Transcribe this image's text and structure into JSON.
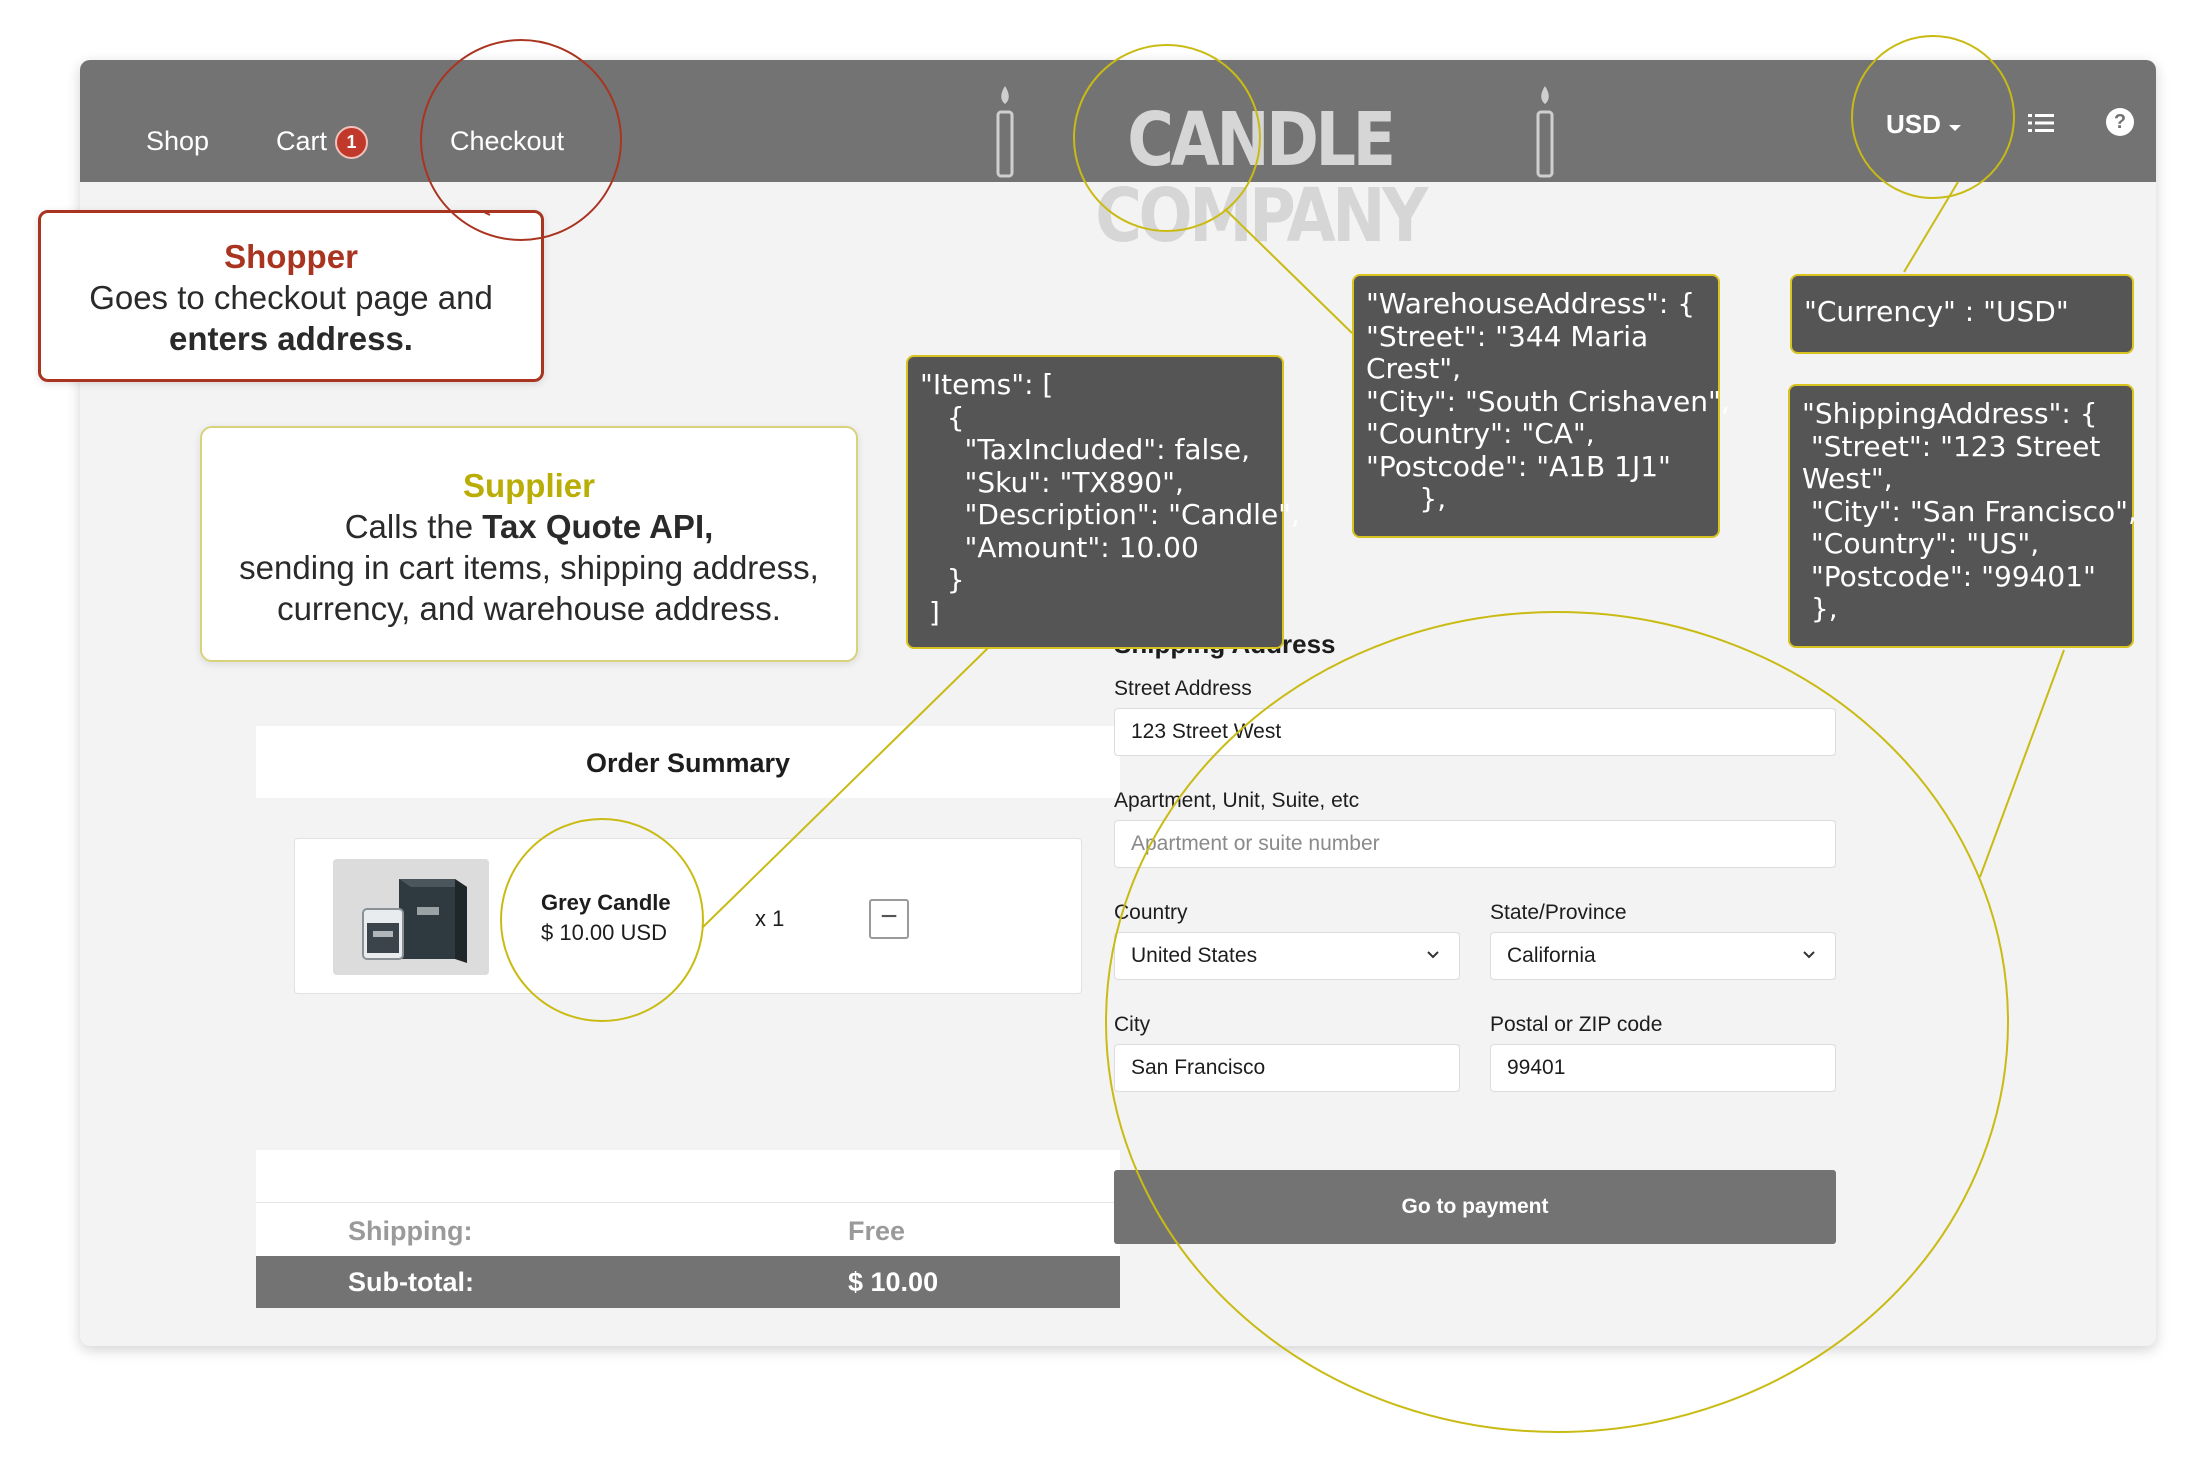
{
  "nav": {
    "shop": "Shop",
    "cart": "Cart",
    "cart_count": "1",
    "checkout": "Checkout"
  },
  "brand": {
    "name": "CANDLE COMPANY"
  },
  "header": {
    "currency": "USD",
    "menu_icon": "list-icon",
    "help_icon": "help-icon"
  },
  "callouts": {
    "shopper": {
      "title": "Shopper",
      "line1": "Goes to checkout page and",
      "line2": "enters address."
    },
    "supplier": {
      "title": "Supplier",
      "line1_prefix": "Calls the ",
      "line1_bold": "Tax Quote API,",
      "line2": "sending in cart items, shipping address,",
      "line3": "currency, and warehouse address."
    }
  },
  "json_boxes": {
    "items": [
      "\"Items\": [",
      "   {",
      "     \"TaxIncluded\": false,",
      "     \"Sku\": \"TX890\",",
      "     \"Description\": \"Candle\",",
      "     \"Amount\": 10.00",
      "   }",
      " ]"
    ],
    "warehouse": [
      "\"WarehouseAddress\": {",
      "\"Street\": \"344 Maria",
      "Crest\",",
      "\"City\": \"South Crishaven\",",
      "\"Country\": \"CA\",",
      "\"Postcode\": \"A1B 1J1\"",
      "      },"
    ],
    "currency": [
      "\"Currency\" : \"USD\""
    ],
    "shipping": [
      "\"ShippingAddress\": {",
      " \"Street\": \"123 Street",
      "West\",",
      " \"City\": \"San Francisco\",",
      " \"Country\": \"US\",",
      " \"Postcode\": \"99401\"",
      " },"
    ]
  },
  "order_summary": {
    "title": "Order Summary",
    "item": {
      "name": "Grey Candle",
      "price": "$ 10.00 USD",
      "qty": "x 1",
      "remove_symbol": "−"
    },
    "shipping_label": "Shipping:",
    "shipping_value": "Free",
    "subtotal_label": "Sub-total:",
    "subtotal_value": "$ 10.00"
  },
  "shipping_form": {
    "title": "Shipping Address",
    "street_label": "Street Address",
    "street_value": "123 Street West",
    "apt_label": "Apartment, Unit, Suite, etc",
    "apt_placeholder": "Apartment or suite number",
    "country_label": "Country",
    "country_value": "United States",
    "state_label": "State/Province",
    "state_value": "California",
    "city_label": "City",
    "city_value": "San Francisco",
    "zip_label": "Postal or ZIP code",
    "zip_value": "99401",
    "submit": "Go to payment"
  },
  "colors": {
    "topbar": "#737373",
    "shopper_accent": "#a93420",
    "supplier_accent": "#b9ad06",
    "highlight_ring_yellow": "#c9bb14",
    "highlight_ring_red": "#a93420",
    "json_box_bg": "#555555",
    "cart_badge": "#c0392b"
  }
}
